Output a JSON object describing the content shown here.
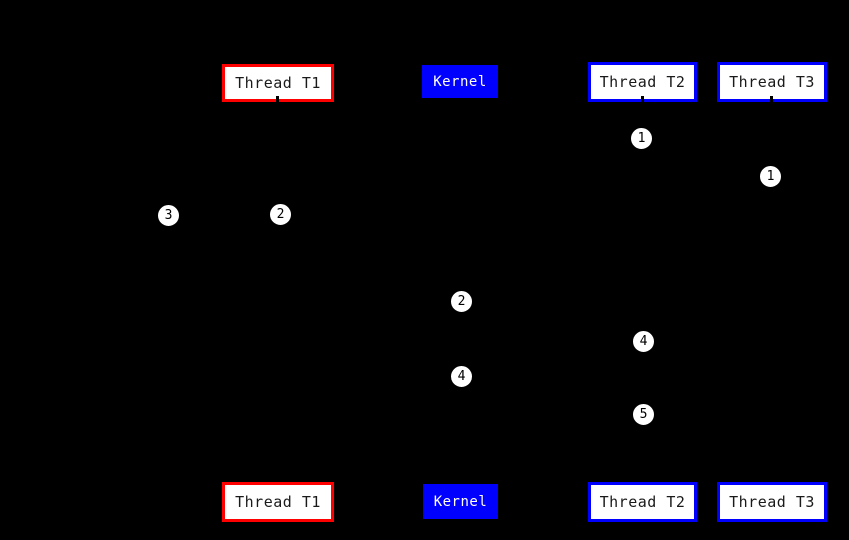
{
  "diagram": {
    "type": "sequence-diagram",
    "background_color": "#000000",
    "colors": {
      "thread_t1_border": "#ff0000",
      "thread_t2_t3_border": "#0000ff",
      "kernel_fill": "#0000ff",
      "kernel_text": "#ffffff",
      "participant_fill": "#ffffff",
      "participant_text": "#1a1a1a",
      "marker_fill": "#ffffff",
      "marker_text": "#000000"
    },
    "participants": [
      {
        "id": "thread-t1",
        "label": "Thread T1"
      },
      {
        "id": "kernel",
        "label": "Kernel"
      },
      {
        "id": "thread-t2",
        "label": "Thread T2"
      },
      {
        "id": "thread-t3",
        "label": "Thread T3"
      }
    ],
    "markers": [
      {
        "label": "1",
        "lifeline": "thread-t2"
      },
      {
        "label": "1",
        "lifeline": "thread-t3"
      },
      {
        "label": "2",
        "lifeline": "thread-t1"
      },
      {
        "label": "3",
        "lifeline": "left-of-thread-t1"
      },
      {
        "label": "2",
        "lifeline": "kernel"
      },
      {
        "label": "4",
        "lifeline": "thread-t2"
      },
      {
        "label": "4",
        "lifeline": "kernel"
      },
      {
        "label": "5",
        "lifeline": "thread-t2"
      }
    ]
  }
}
